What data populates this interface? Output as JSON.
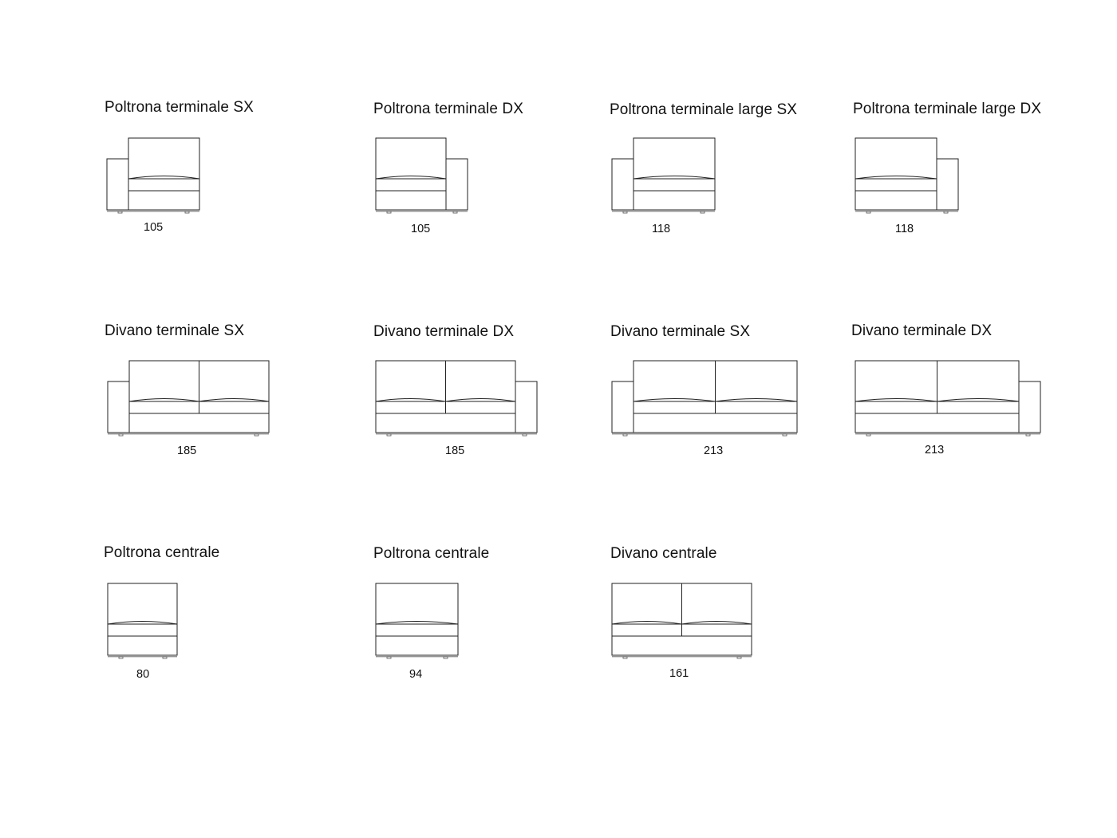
{
  "modules": [
    {
      "title": "Poltrona terminale SX",
      "dimension": "105",
      "seats": 1,
      "arm": "left"
    },
    {
      "title": "Poltrona terminale DX",
      "dimension": "105",
      "seats": 1,
      "arm": "right"
    },
    {
      "title": "Poltrona terminale large SX",
      "dimension": "118",
      "seats": 1,
      "arm": "left"
    },
    {
      "title": "Poltrona terminale large DX",
      "dimension": "118",
      "seats": 1,
      "arm": "right"
    },
    {
      "title": "Divano terminale SX",
      "dimension": "185",
      "seats": 2,
      "arm": "left"
    },
    {
      "title": "Divano terminale DX",
      "dimension": "185",
      "seats": 2,
      "arm": "right"
    },
    {
      "title": "Divano terminale SX",
      "dimension": "213",
      "seats": 2,
      "arm": "left"
    },
    {
      "title": "Divano terminale DX",
      "dimension": "213",
      "seats": 2,
      "arm": "right"
    },
    {
      "title": "Poltrona centrale",
      "dimension": "80",
      "seats": 1,
      "arm": "none"
    },
    {
      "title": "Poltrona centrale",
      "dimension": "94",
      "seats": 1,
      "arm": "none"
    },
    {
      "title": "Divano centrale",
      "dimension": "161",
      "seats": 2,
      "arm": "none"
    }
  ]
}
